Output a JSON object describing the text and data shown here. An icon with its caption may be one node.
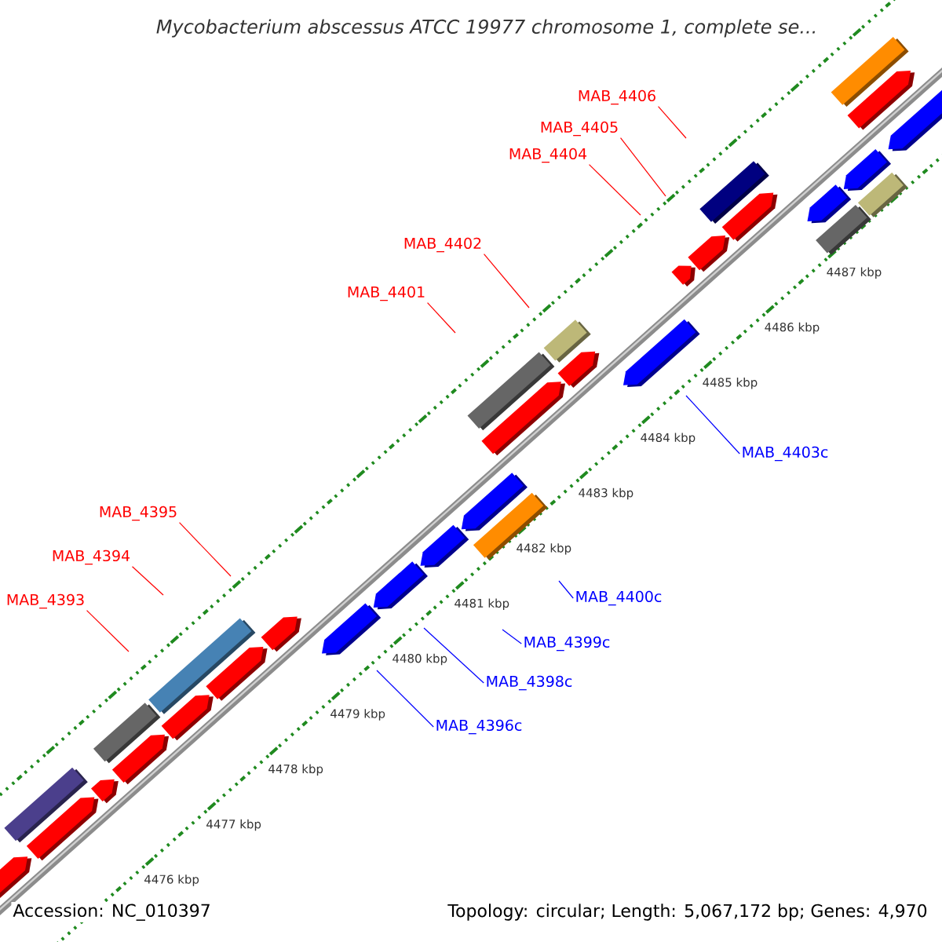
{
  "diagram": {
    "title": "Mycobacterium abscessus ATCC 19977 chromosome 1, complete se...",
    "nodes": [
      {
        "text": [
          "MAB_4406"
        ]
      },
      {
        "text": [
          "MAB_4405"
        ]
      },
      {
        "text": [
          "MAB_4404"
        ]
      },
      {
        "text": [
          "MAB_4402"
        ]
      },
      {
        "text": [
          "MAB_4401"
        ]
      },
      {
        "text": [
          "MAB_4403c"
        ]
      },
      {
        "text": [
          "MAB_4395"
        ]
      },
      {
        "text": [
          "MAB_4400c"
        ]
      },
      {
        "text": [
          "MAB_4394"
        ]
      },
      {
        "text": [
          "MAB_4399c"
        ]
      },
      {
        "text": [
          "MAB_4393"
        ]
      },
      {
        "text": [
          "MAB_4398c"
        ]
      },
      {
        "text": [
          "MAB_4396c"
        ]
      }
    ],
    "edges": [
      {
        "from": 0,
        "to": null,
        "arrow": "none"
      },
      {
        "from": 1,
        "to": null,
        "arrow": "none"
      },
      {
        "from": 2,
        "to": null,
        "arrow": "none"
      },
      {
        "from": 3,
        "to": null,
        "arrow": "none"
      },
      {
        "from": 4,
        "to": null,
        "arrow": "none"
      },
      {
        "from": 5,
        "to": null,
        "arrow": "none",
        "color": "#0000ff"
      },
      {
        "from": 6,
        "to": null,
        "arrow": "none"
      },
      {
        "from": 7,
        "to": null,
        "arrow": "none",
        "color": "#0000ff"
      },
      {
        "from": 8,
        "to": null,
        "arrow": "none"
      },
      {
        "from": 9,
        "to": null,
        "arrow": "none",
        "color": "#0000ff"
      },
      {
        "from": 10,
        "to": null,
        "arrow": "none"
      },
      {
        "from": 11,
        "to": null,
        "arrow": "none",
        "color": "#0000ff"
      },
      {
        "from": 12,
        "to": null,
        "arrow": "none",
        "color": "#0000ff"
      }
    ],
    "labels": [
      "4487 kbp",
      "4486 kbp",
      "4485 kbp",
      "4484 kbp",
      "4483 kbp",
      "4482 kbp",
      "4481 kbp",
      "4480 kbp",
      "4479 kbp",
      "4478 kbp",
      "4477 kbp",
      "4476 kbp",
      "Accession: NC_010397",
      "Topology: circular; Length: 5,067,172 bp; Genes: 4,970"
    ]
  }
}
